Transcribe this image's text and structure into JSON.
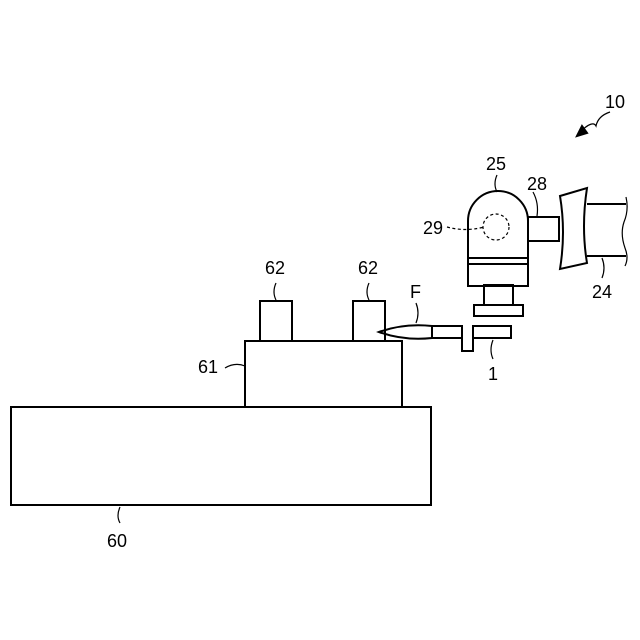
{
  "labels": {
    "device": "10",
    "joint": "25",
    "arm": "28",
    "axis": "29",
    "link": "24",
    "fixture": "62",
    "fixture_2": "62",
    "flame": "F",
    "table": "61",
    "base": "60",
    "workpiece": "1"
  }
}
